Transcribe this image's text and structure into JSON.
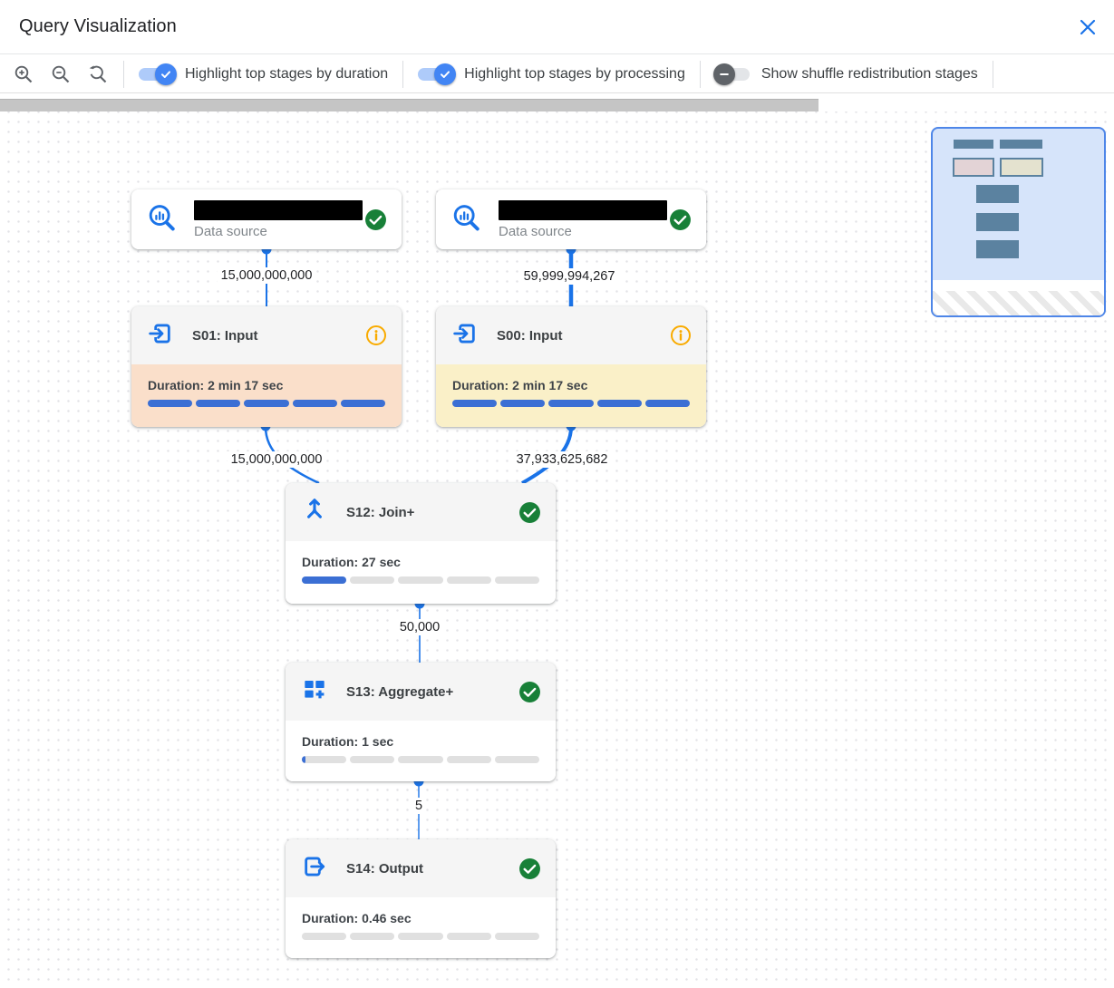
{
  "header": {
    "title": "Query Visualization"
  },
  "toolbar": {
    "toggles": [
      {
        "label": "Highlight top stages by duration",
        "state": "on"
      },
      {
        "label": "Highlight top stages by processing",
        "state": "on"
      },
      {
        "label": "Show shuffle redistribution stages",
        "state": "off"
      }
    ]
  },
  "colors": {
    "accent_blue": "#1a73e8",
    "progress_fill": "#3b6fd4",
    "progress_empty": "#e0e0e0",
    "duration_highlight": "#fadfca",
    "processing_highlight": "#faf0c8",
    "success_green": "#188038",
    "info_orange": "#f9ab00"
  },
  "canvas": {
    "nodes": [
      {
        "id": "ds1",
        "type": "data-source",
        "label": "Data source",
        "name_redacted": true,
        "status": "success"
      },
      {
        "id": "ds2",
        "type": "data-source",
        "label": "Data source",
        "name_redacted": true,
        "status": "success"
      },
      {
        "id": "s01",
        "type": "stage",
        "title": "S01: Input",
        "duration_label": "Duration: 2 min 17 sec",
        "status": "info",
        "highlight": "duration",
        "progress": {
          "total": 5,
          "filled": 5
        }
      },
      {
        "id": "s00",
        "type": "stage",
        "title": "S00: Input",
        "duration_label": "Duration: 2 min 17 sec",
        "status": "info",
        "highlight": "processing",
        "progress": {
          "total": 5,
          "filled": 5
        }
      },
      {
        "id": "s12",
        "type": "stage",
        "title": "S12: Join+",
        "duration_label": "Duration: 27 sec",
        "status": "success",
        "highlight": "none",
        "progress": {
          "total": 5,
          "filled": 1
        }
      },
      {
        "id": "s13",
        "type": "stage",
        "title": "S13: Aggregate+",
        "duration_label": "Duration: 1 sec",
        "status": "success",
        "highlight": "none",
        "progress": {
          "total": 5,
          "filled": 0.08
        }
      },
      {
        "id": "s14",
        "type": "stage",
        "title": "S14: Output",
        "duration_label": "Duration: 0.46 sec",
        "status": "success",
        "highlight": "none",
        "progress": {
          "total": 5,
          "filled": 0
        }
      }
    ],
    "edges": [
      {
        "from": "ds1",
        "to": "s01",
        "label": "15,000,000,000"
      },
      {
        "from": "ds2",
        "to": "s00",
        "label": "59,999,994,267"
      },
      {
        "from": "s01",
        "to": "s12",
        "label": "15,000,000,000"
      },
      {
        "from": "s00",
        "to": "s12",
        "label": "37,933,625,682"
      },
      {
        "from": "s12",
        "to": "s13",
        "label": "50,000"
      },
      {
        "from": "s13",
        "to": "s14",
        "label": "5"
      }
    ]
  }
}
